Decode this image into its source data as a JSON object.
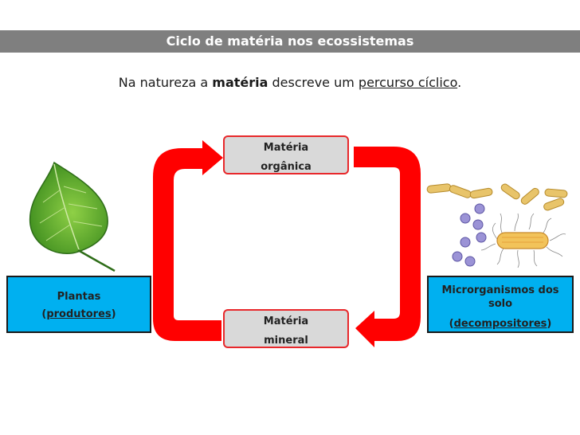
{
  "header": {
    "title": "Ciclo de matéria nos ecossistemas"
  },
  "intro": {
    "prefix": "Na natureza a ",
    "bold": "matéria",
    "middle": " descreve um ",
    "underlined": "percurso cíclico",
    "suffix": "."
  },
  "boxes": {
    "organic": {
      "line1": "Matéria",
      "line2": "orgânica"
    },
    "mineral": {
      "line1": "Matéria",
      "line2": "mineral"
    },
    "producers": {
      "line1": "Plantas",
      "open": "(",
      "role": "produtores",
      "close": ")"
    },
    "decomposers": {
      "line1": "Microrganismos dos",
      "line2": "solo",
      "open": "(",
      "role": "decompositores",
      "close": ")"
    }
  },
  "colors": {
    "header_bg": "#7f7f7f",
    "arrow": "#ff0000",
    "box_gray": "#d9d9d9",
    "box_border": "#e8282b",
    "box_blue": "#00b0f0",
    "leaf": "#5aa32d"
  },
  "icons": [
    "leaf-icon",
    "microorganisms-icon"
  ]
}
